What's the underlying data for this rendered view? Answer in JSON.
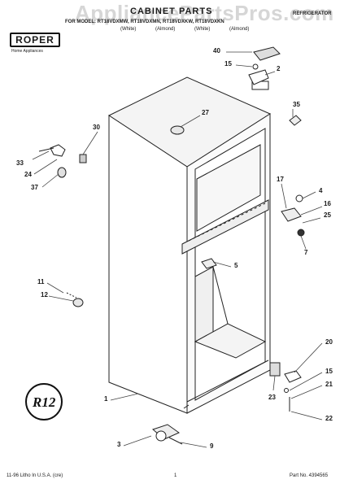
{
  "header": {
    "watermark": "AppliancePartsPros.com",
    "title": "CABINET PARTS",
    "category": "REFRIGERATOR",
    "models": "FOR MODEL: RT18VDXMW, RT18VDXMN, RT18VDXKW, RT18VDXKN",
    "model_colors": [
      "(White)",
      "(Almond)",
      "(White)",
      "(Almond)"
    ],
    "brand": "ROPER",
    "brand_subtitle": "Home Appliances"
  },
  "callouts": [
    {
      "id": "40",
      "label": "40"
    },
    {
      "id": "15a",
      "label": "15"
    },
    {
      "id": "2",
      "label": "2"
    },
    {
      "id": "35",
      "label": "35"
    },
    {
      "id": "27",
      "label": "27"
    },
    {
      "id": "30",
      "label": "30"
    },
    {
      "id": "33",
      "label": "33"
    },
    {
      "id": "24",
      "label": "24"
    },
    {
      "id": "37",
      "label": "37"
    },
    {
      "id": "17",
      "label": "17"
    },
    {
      "id": "4",
      "label": "4"
    },
    {
      "id": "16",
      "label": "16"
    },
    {
      "id": "25",
      "label": "25"
    },
    {
      "id": "7",
      "label": "7"
    },
    {
      "id": "5",
      "label": "5"
    },
    {
      "id": "11",
      "label": "11"
    },
    {
      "id": "12",
      "label": "12"
    },
    {
      "id": "20",
      "label": "20"
    },
    {
      "id": "15b",
      "label": "15"
    },
    {
      "id": "21",
      "label": "21"
    },
    {
      "id": "22",
      "label": "22"
    },
    {
      "id": "23",
      "label": "23"
    },
    {
      "id": "1",
      "label": "1"
    },
    {
      "id": "3",
      "label": "3"
    },
    {
      "id": "9",
      "label": "9"
    }
  ],
  "badge": "R12",
  "footer": {
    "litho": "11-96 Litho In U.S.A. (cre)",
    "page": "1",
    "part_no": "Part No. 4394565"
  }
}
